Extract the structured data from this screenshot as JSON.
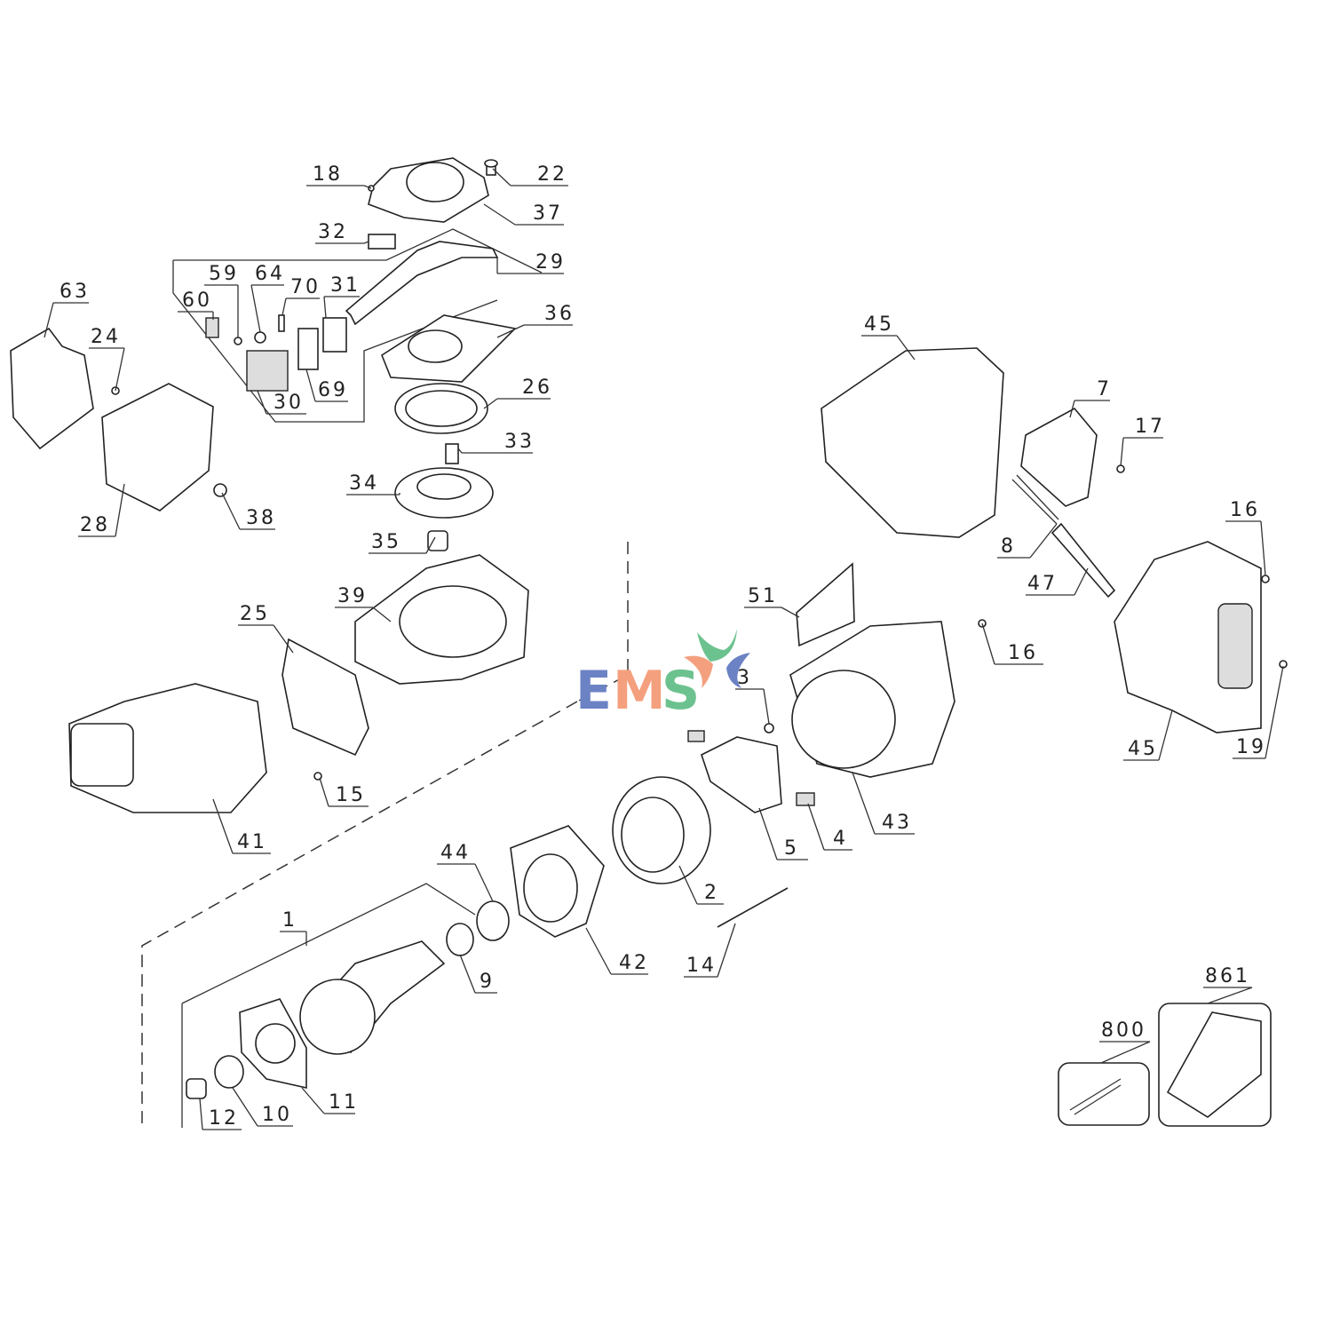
{
  "diagram": {
    "type": "exploded parts diagram",
    "watermark": {
      "letters": [
        "E",
        "M",
        "S"
      ],
      "colors": {
        "E": "#6b82c4",
        "M": "#f4a07e",
        "S": "#6cc28e",
        "swoosh_blue": "#6b82c4",
        "swoosh_green": "#6cc28e",
        "swoosh_orange": "#f4a07e"
      }
    },
    "callouts": [
      "18",
      "22",
      "37",
      "32",
      "29",
      "59",
      "64",
      "70",
      "60",
      "31",
      "36",
      "30",
      "69",
      "63",
      "24",
      "26",
      "33",
      "34",
      "28",
      "38",
      "35",
      "25",
      "39",
      "45",
      "7",
      "17",
      "16",
      "8",
      "47",
      "51",
      "16",
      "3",
      "45",
      "19",
      "15",
      "41",
      "5",
      "4",
      "43",
      "44",
      "2",
      "1",
      "9",
      "42",
      "14",
      "861",
      "800",
      "11",
      "10",
      "12"
    ]
  }
}
